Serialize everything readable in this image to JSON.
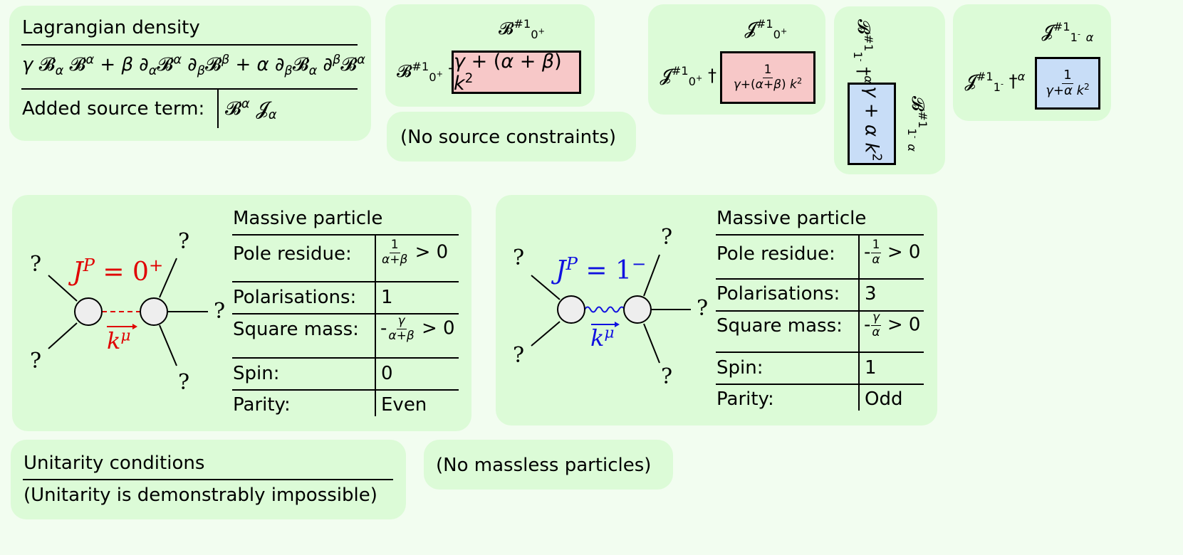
{
  "lagrangian": {
    "header": "Lagrangian density",
    "source_label": "Added source term:"
  },
  "propagator": {
    "no_source_constraints": "(No source constraints)",
    "nf_0p_label": "𝓑",
    "src_0p_label": "𝓙",
    "nf_1m_label": "𝓑",
    "src_1m_label": "𝓙",
    "dagger": "†"
  },
  "massive_scalar": {
    "header": "Massive particle",
    "jp": "J",
    "jp_value": "= 0",
    "momentum": "k",
    "rows": [
      {
        "key": "Pole residue:",
        "value": ""
      },
      {
        "key": "Polarisations:",
        "value": "1"
      },
      {
        "key": "Square mass:",
        "value": ""
      },
      {
        "key": "Spin:",
        "value": "0"
      },
      {
        "key": "Parity:",
        "value": "Even"
      }
    ]
  },
  "massive_vector": {
    "header": "Massive particle",
    "jp": "J",
    "jp_value": "= 1",
    "momentum": "k",
    "rows": [
      {
        "key": "Pole residue:",
        "value": ""
      },
      {
        "key": "Polarisations:",
        "value": "3"
      },
      {
        "key": "Square mass:",
        "value": ""
      },
      {
        "key": "Spin:",
        "value": "1"
      },
      {
        "key": "Parity:",
        "value": "Odd"
      }
    ]
  },
  "unitarity": {
    "header": "Unitarity conditions",
    "text": "(Unitarity is demonstrably impossible)"
  },
  "massless": {
    "text": "(No massless particles)"
  },
  "diagram": {
    "leg_label": "?"
  },
  "colors": {
    "panel": "#dcfbd7",
    "background": "#f2fdf0",
    "scalar_accent": "#e00000",
    "vector_accent": "#1010e0",
    "pink_box": "#f7c8c8",
    "blue_box": "#c8ddf7"
  }
}
